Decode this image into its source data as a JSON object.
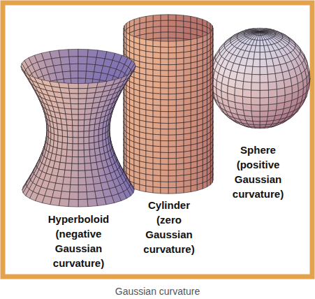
{
  "diagram": {
    "caption": "Gaussian curvature",
    "labels": [
      "Hyperboloid (negative Gaussian curvature)",
      "Cylinder (zero Gaussian curvature)",
      "Sphere (positive Gaussian curvature)"
    ]
  }
}
